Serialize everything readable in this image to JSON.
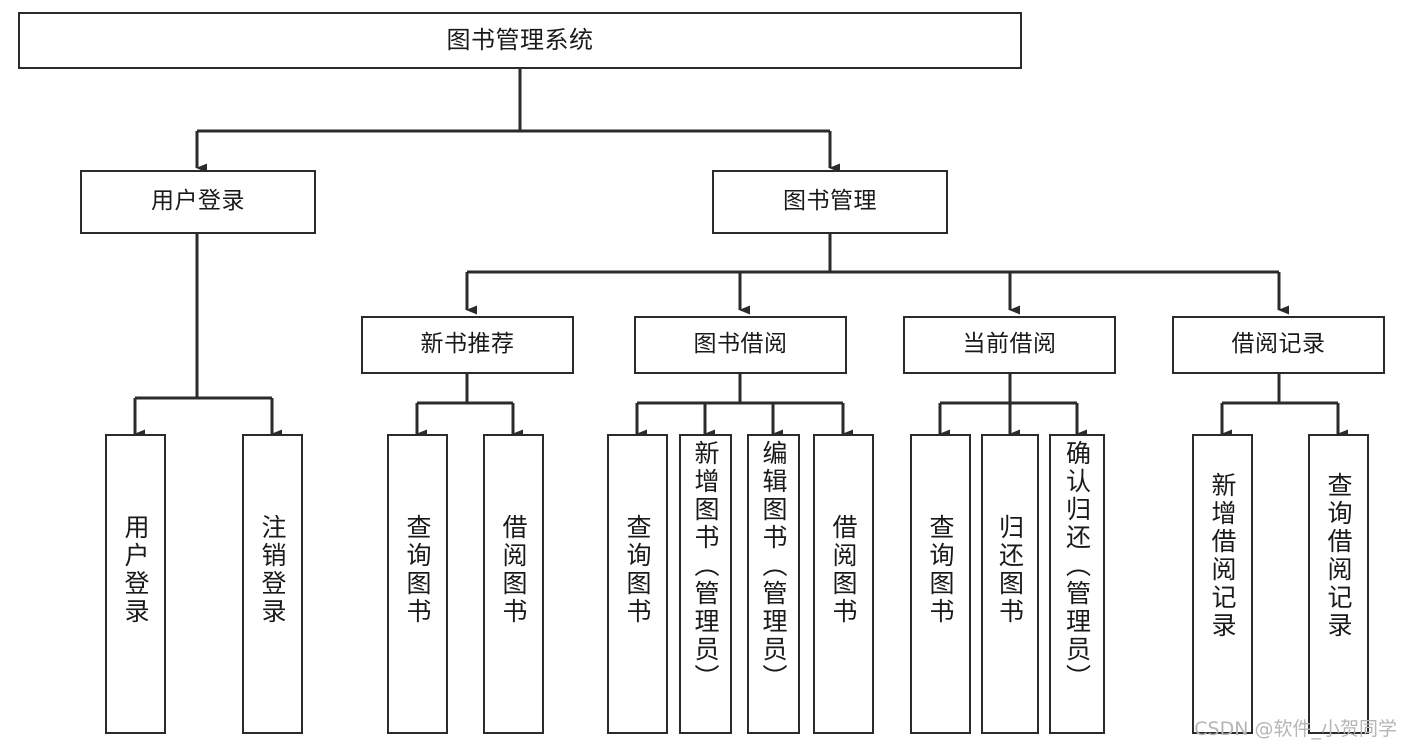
{
  "diagram": {
    "title": "图书管理系统",
    "type": "tree-hierarchy-chart",
    "watermark": "CSDN @软件_小贺同学",
    "colors": {
      "stroke": "#2b2b2b",
      "fill": "#ffffff",
      "text": "#1a1a1a",
      "watermark": "#b6b6b6"
    },
    "root": {
      "label": "图书管理系统"
    },
    "level1": [
      {
        "label": "用户登录"
      },
      {
        "label": "图书管理"
      }
    ],
    "level2": [
      {
        "label": "新书推荐"
      },
      {
        "label": "图书借阅"
      },
      {
        "label": "当前借阅"
      },
      {
        "label": "借阅记录"
      }
    ],
    "leaves": {
      "user_login": [
        {
          "label": "用户登录"
        },
        {
          "label": "注销登录"
        }
      ],
      "new_book_recommend": [
        {
          "label": "查询图书"
        },
        {
          "label": "借阅图书"
        }
      ],
      "book_borrow": [
        {
          "label": "查询图书"
        },
        {
          "label": "新增图书（管理员）"
        },
        {
          "label": "编辑图书（管理员）"
        },
        {
          "label": "借阅图书"
        }
      ],
      "current_borrow": [
        {
          "label": "查询图书"
        },
        {
          "label": "归还图书"
        },
        {
          "label": "确认归还（管理员）"
        }
      ],
      "borrow_record": [
        {
          "label": "新增借阅记录"
        },
        {
          "label": "查询借阅记录"
        }
      ]
    }
  }
}
